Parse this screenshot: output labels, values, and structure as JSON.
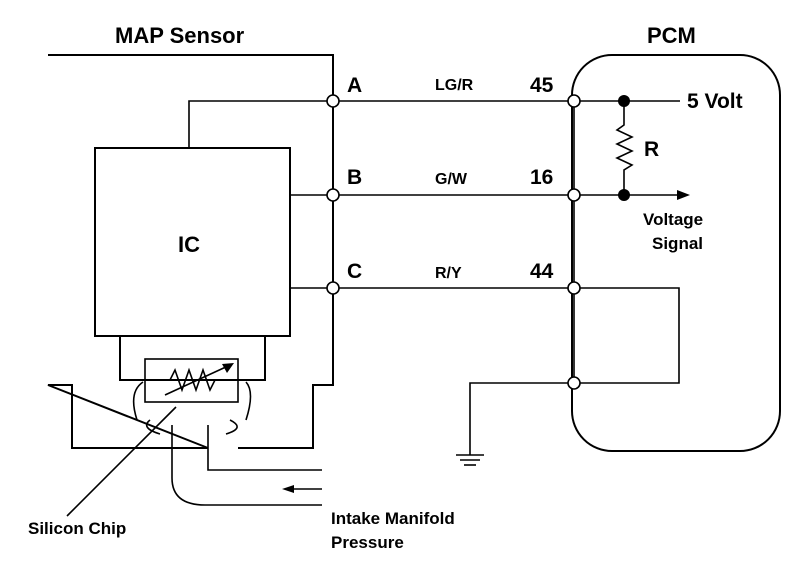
{
  "labels": {
    "map_sensor": "MAP Sensor",
    "pcm": "PCM",
    "ic": "IC",
    "resistor": "R",
    "five_volt": "5 Volt",
    "voltage_line1": "Voltage",
    "voltage_line2": "Signal",
    "silicon_chip": "Silicon Chip",
    "intake_line1": "Intake Manifold",
    "intake_line2": "Pressure"
  },
  "terminals": [
    {
      "letter": "A",
      "wire_color": "LG/R",
      "pin": "45"
    },
    {
      "letter": "B",
      "wire_color": "G/W",
      "pin": "16"
    },
    {
      "letter": "C",
      "wire_color": "R/Y",
      "pin": "44"
    }
  ]
}
